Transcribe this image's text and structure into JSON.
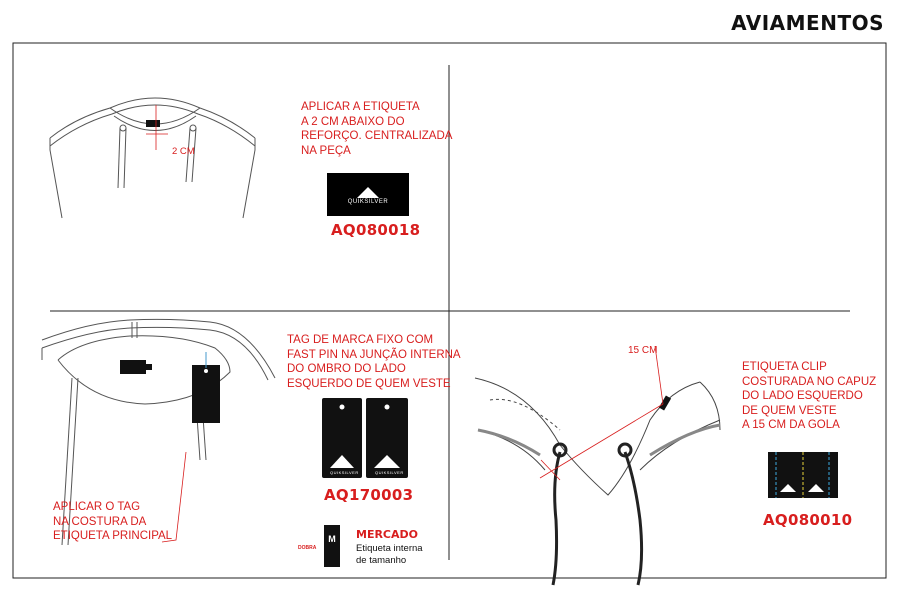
{
  "header": {
    "title": "AVIAMENTOS"
  },
  "q1": {
    "instruction": "APLICAR A ETIQUETA\nA 2 CM ABAIXO DO\nREFORÇO. CENTRALIZADA\nNA PEÇA",
    "dimension": "2 CM",
    "label_brand": "QUIKSILVER",
    "code": "AQ080018"
  },
  "q3": {
    "instruction": "TAG DE MARCA FIXO COM\nFAST PIN NA JUNÇÃO INTERNA\nDO OMBRO DO LADO\nESQUERDO DE QUEM VESTE",
    "tag_brand": "QUIKSILVER",
    "code": "AQ170003",
    "apply_note": "APLICAR O TAG\nNA COSTURA DA\nETIQUETA PRINCIPAL",
    "size_tag": {
      "fold_label": "DOBRA",
      "size": "M",
      "title": "MERCADO",
      "description": "Etiqueta interna\nde tamanho"
    }
  },
  "q4": {
    "dimension": "15 CM",
    "instruction": "ETIQUETA CLIP\nCOSTURADA NO CAPUZ\nDO LADO ESQUERDO\nDE QUEM VESTE\nA 15 CM DA GOLA",
    "code": "AQ080010"
  },
  "colors": {
    "accent": "#d81e1e",
    "ink": "#111111"
  }
}
